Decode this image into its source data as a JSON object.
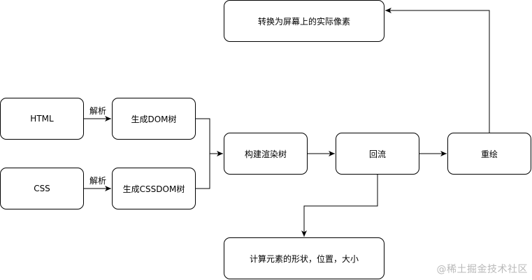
{
  "nodes": {
    "html": "HTML",
    "css": "CSS",
    "generate_dom": "生成DOM树",
    "generate_cssdom": "生成CSSDOM树",
    "build_render_tree": "构建渲染树",
    "reflow": "回流",
    "repaint": "重绘",
    "convert_pixels": "转换为屏幕上的实际像素",
    "compute": "计算元素的形状，位置，大小"
  },
  "edges": {
    "parse_1": "解析",
    "parse_2": "解析"
  },
  "watermark": "@稀土掘金技术社区"
}
